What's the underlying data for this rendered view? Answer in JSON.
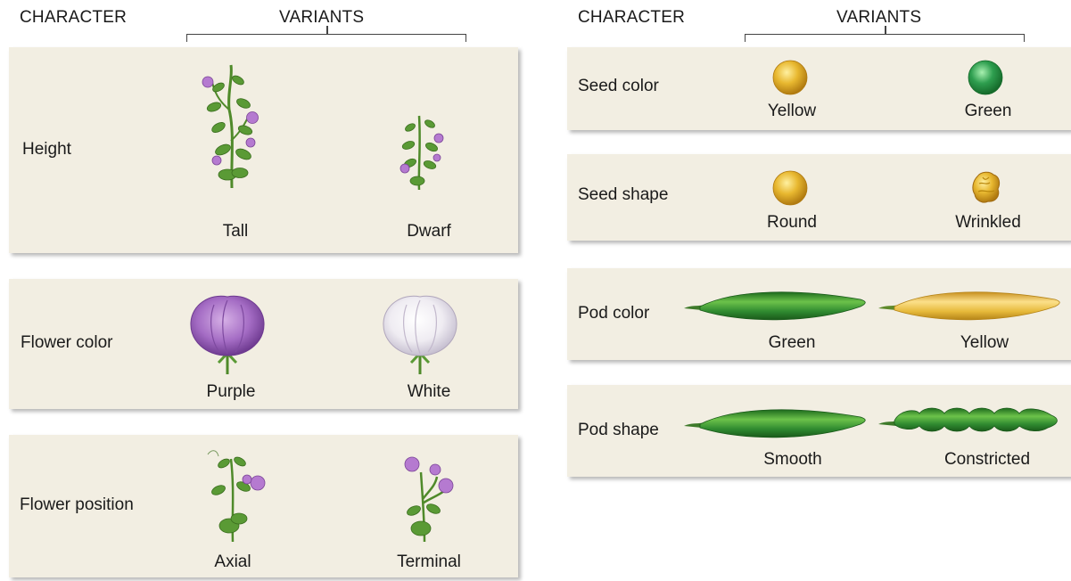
{
  "left": {
    "header_character": "CHARACTER",
    "header_variants": "VARIANTS",
    "rows": [
      {
        "character": "Height",
        "variant_a": "Tall",
        "variant_b": "Dwarf"
      },
      {
        "character": "Flower color",
        "variant_a": "Purple",
        "variant_b": "White"
      },
      {
        "character": "Flower position",
        "variant_a": "Axial",
        "variant_b": "Terminal"
      }
    ]
  },
  "right": {
    "header_character": "CHARACTER",
    "header_variants": "VARIANTS",
    "rows": [
      {
        "character": "Seed color",
        "variant_a": "Yellow",
        "variant_b": "Green"
      },
      {
        "character": "Seed shape",
        "variant_a": "Round",
        "variant_b": "Wrinkled"
      },
      {
        "character": "Pod color",
        "variant_a": "Green",
        "variant_b": "Yellow"
      },
      {
        "character": "Pod shape",
        "variant_a": "Smooth",
        "variant_b": "Constricted"
      }
    ]
  },
  "colors": {
    "panel": "#f2eee2",
    "leaf": "#5a9a35",
    "purple_flower": "#a46cc4",
    "white_flower": "#efecf2",
    "yellow_seed": "#e8b830",
    "green_seed": "#2e9e4f",
    "green_pod": "#2f8a30",
    "yellow_pod": "#e6b93a"
  },
  "icons": [
    "tall-plant-icon",
    "dwarf-plant-icon",
    "purple-flower-icon",
    "white-flower-icon",
    "axial-flower-plant-icon",
    "terminal-flower-plant-icon",
    "yellow-seed-icon",
    "green-seed-icon",
    "round-seed-icon",
    "wrinkled-seed-icon",
    "green-pod-icon",
    "yellow-pod-icon",
    "smooth-pod-icon",
    "constricted-pod-icon"
  ]
}
